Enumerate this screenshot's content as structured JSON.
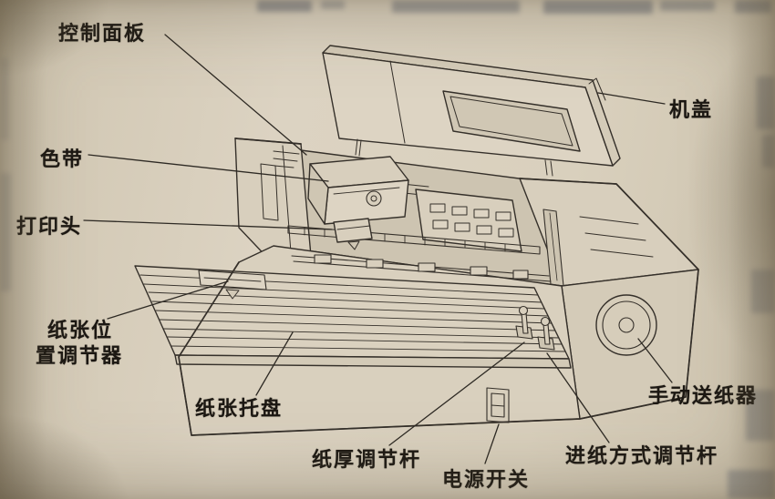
{
  "page": {
    "type": "scanned-manual-diagram",
    "subject": "dot-matrix-printer-parts"
  },
  "labels": {
    "control_panel": "控制面板",
    "cover": "机盖",
    "ribbon": "色带",
    "print_head": "打印头",
    "paper_position_line1": "纸张位",
    "paper_position_line2": "置调节器",
    "paper_tray": "纸张托盘",
    "paper_thickness_lever": "纸厚调节杆",
    "power_switch": "电源开关",
    "paper_feed_lever": "进纸方式调节杆",
    "manual_feeder": "手动送纸器"
  },
  "colors": {
    "paper": "#d8cfbd",
    "ink": "#35302a"
  }
}
